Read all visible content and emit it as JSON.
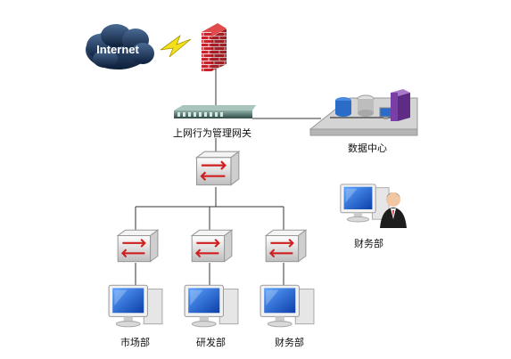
{
  "internet": {
    "label": "Internet",
    "icon": "cloud-icon"
  },
  "link_icon": "lightning-icon",
  "firewall": {
    "icon": "brick-firewall-icon",
    "color": "#c8232c"
  },
  "gateway": {
    "label": "上网行为管理网关",
    "icon": "gateway-appliance-icon"
  },
  "datacenter": {
    "label": "数据中心",
    "icon": "server-rack-icon"
  },
  "core_switch": {
    "icon": "switch-icon"
  },
  "access_switches": [
    {
      "icon": "switch-icon"
    },
    {
      "icon": "switch-icon"
    },
    {
      "icon": "switch-icon"
    }
  ],
  "departments": [
    {
      "label": "市场部",
      "icon": "monitor-icon"
    },
    {
      "label": "研发部",
      "icon": "monitor-icon"
    },
    {
      "label": "财务部",
      "icon": "monitor-icon"
    }
  ],
  "finance_user": {
    "label": "财务部",
    "icon": "user-workstation-icon"
  },
  "colors": {
    "link": "#333333",
    "screen": "#1e5fd0",
    "device": "#e8e8e8",
    "arrow": "#d01f1f"
  }
}
